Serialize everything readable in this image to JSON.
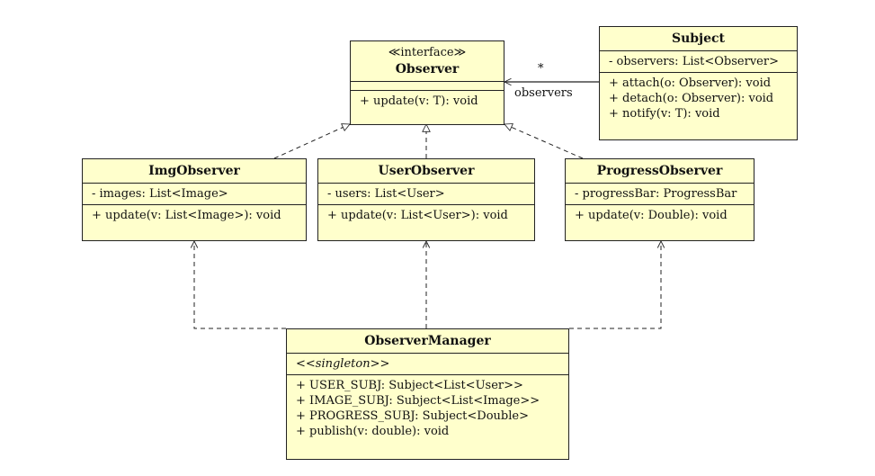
{
  "observer": {
    "stereotype": "≪interface≫",
    "name": "Observer",
    "attributes": [],
    "methods": [
      "+ update(v: T): void"
    ]
  },
  "subject": {
    "name": "Subject",
    "attributes": [
      "- observers: List<Observer>"
    ],
    "methods": [
      "+ attach(o: Observer): void",
      "+ detach(o: Observer): void",
      "+ notify(v: T): void"
    ]
  },
  "img_observer": {
    "name": "ImgObserver",
    "attributes": [
      "- images: List<Image>"
    ],
    "methods": [
      "+ update(v: List<Image>): void"
    ]
  },
  "user_observer": {
    "name": "UserObserver",
    "attributes": [
      "- users: List<User>"
    ],
    "methods": [
      "+ update(v: List<User>): void"
    ]
  },
  "progress_observer": {
    "name": "ProgressObserver",
    "attributes": [
      "- progressBar: ProgressBar"
    ],
    "methods": [
      "+ update(v: Double): void"
    ]
  },
  "observer_manager": {
    "name": "ObserverManager",
    "stereotype": "<<singleton>>",
    "attributes": [
      "+ USER_SUBJ: Subject<List<User>>",
      "+ IMAGE_SUBJ: Subject<List<Image>>",
      "+ PROGRESS_SUBJ: Subject<Double>",
      "+ publish(v: double): void"
    ]
  },
  "association": {
    "multiplicity": "*",
    "role": "observers"
  }
}
